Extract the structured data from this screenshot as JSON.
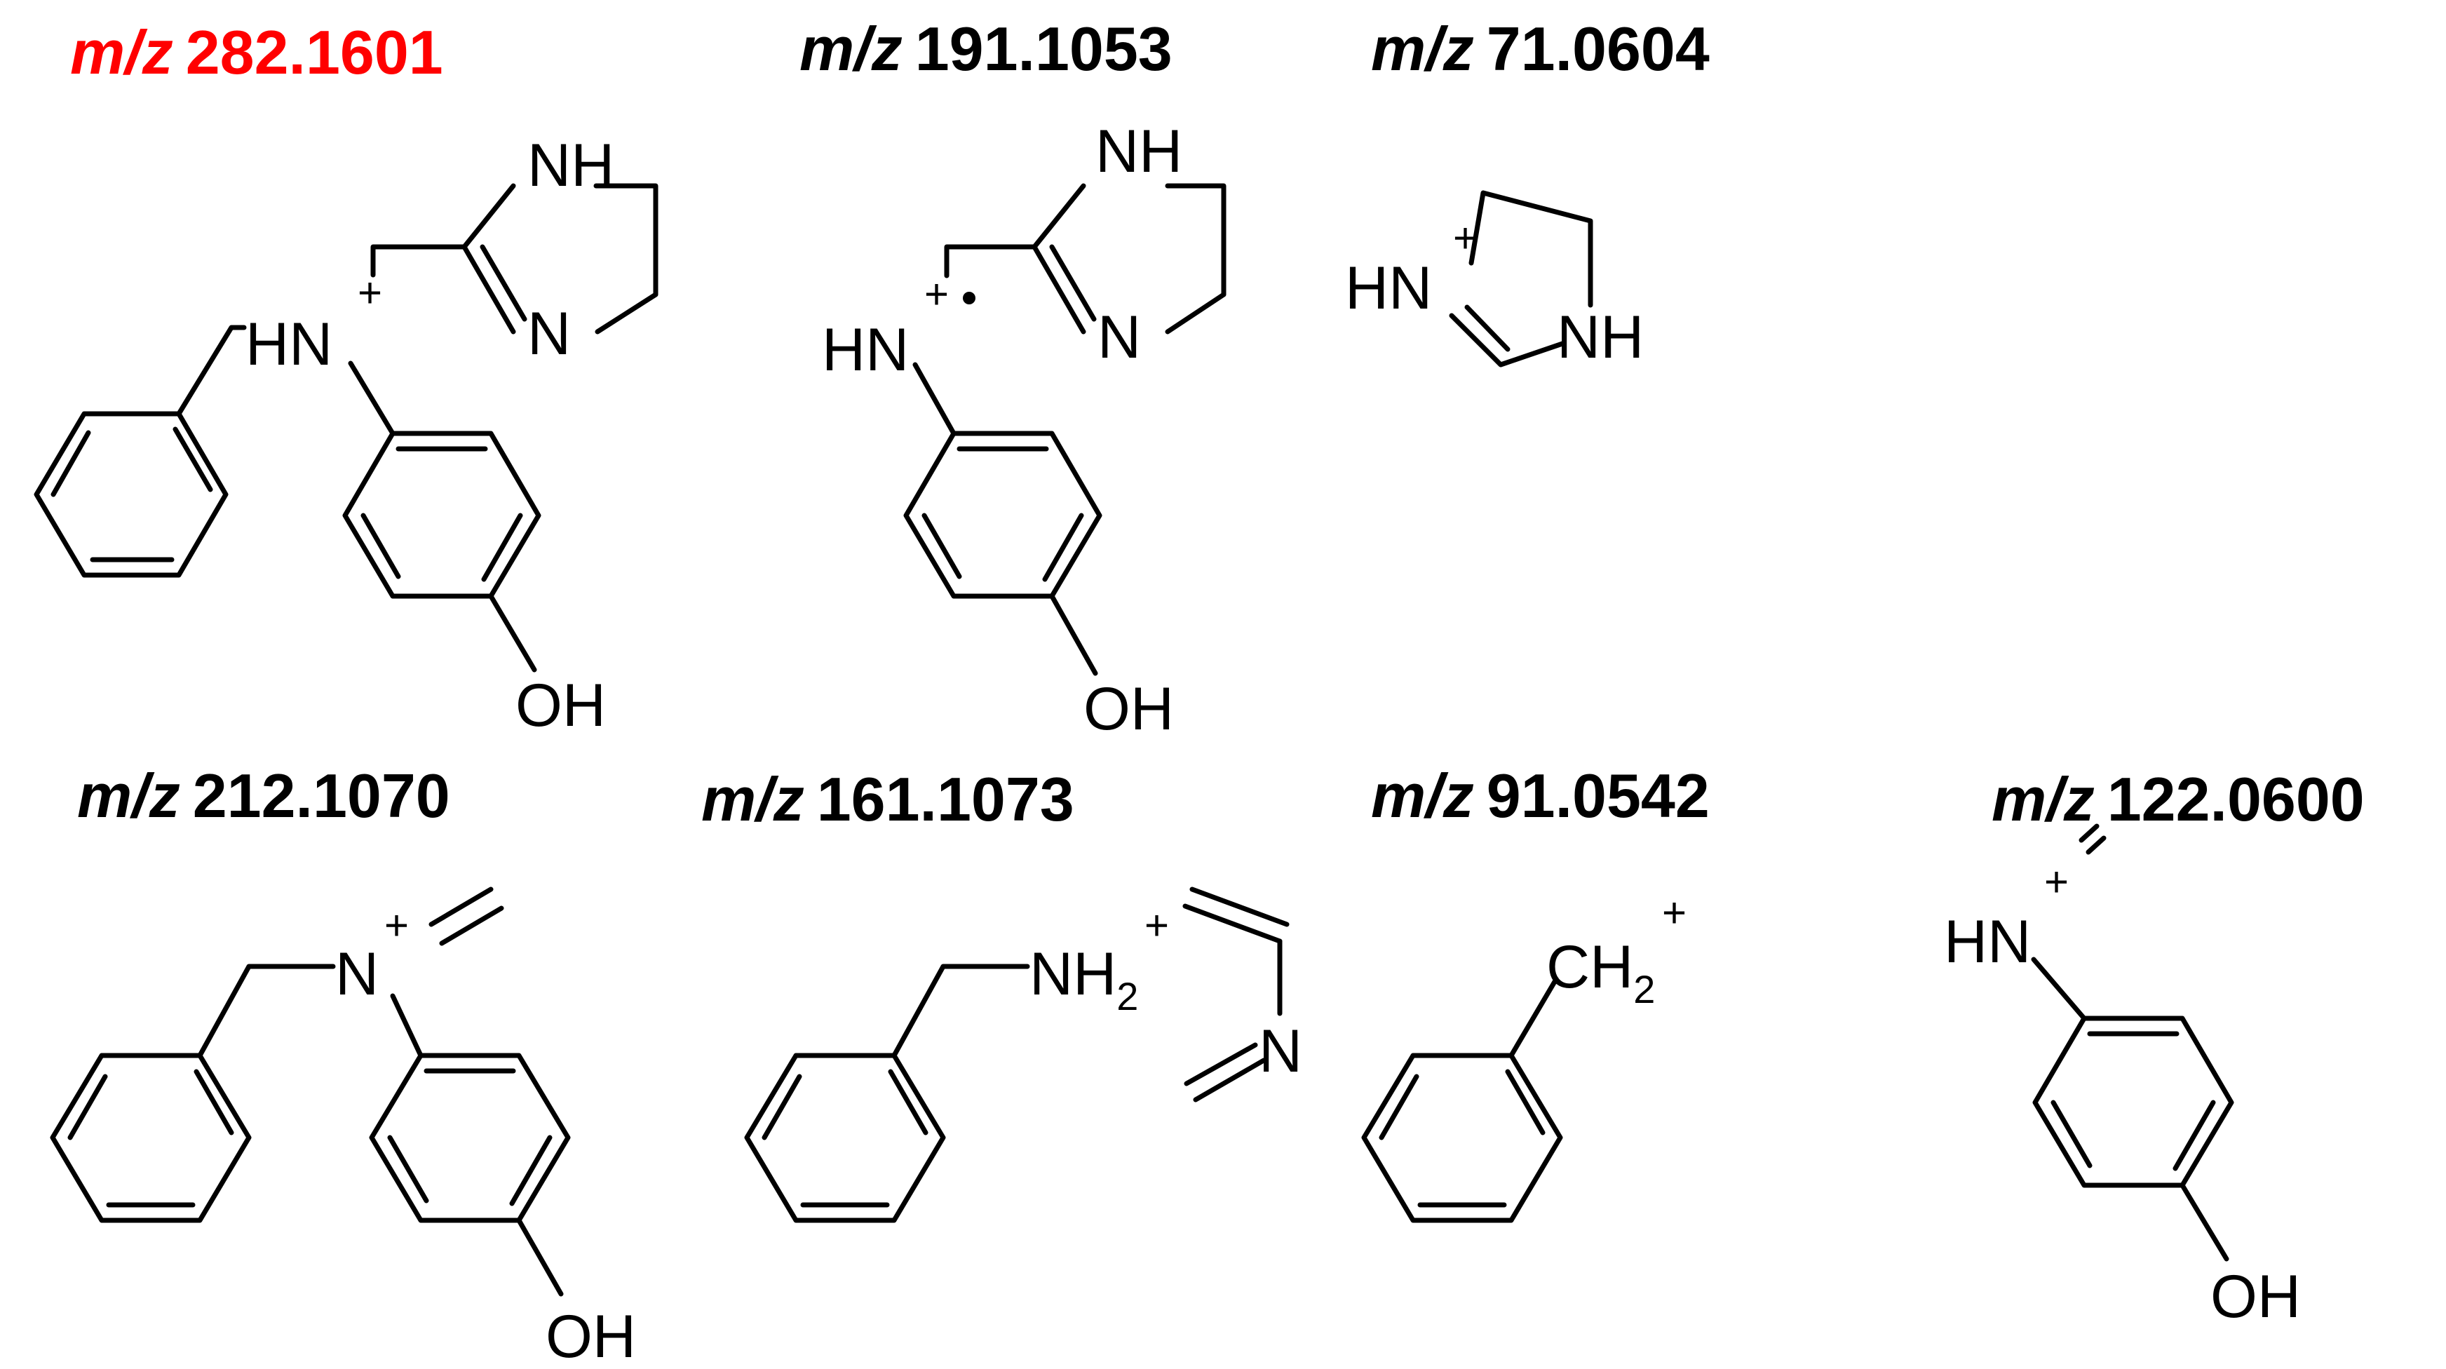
{
  "colors": {
    "highlight": "#ff0000",
    "ink": "#000000",
    "background": "#ffffff"
  },
  "common": {
    "mz": "m/z",
    "plus": "+"
  },
  "fragments": [
    {
      "value": "282.1601",
      "highlighted": true,
      "atoms": {
        "hn": "HN",
        "nh": "NH",
        "n": "N",
        "oh": "OH"
      }
    },
    {
      "value": "191.1053",
      "highlighted": false,
      "atoms": {
        "hn": "HN",
        "nh": "NH",
        "n": "N",
        "oh": "OH"
      }
    },
    {
      "value": "71.0604",
      "highlighted": false,
      "atoms": {
        "hn": "HN",
        "nh": "NH"
      }
    },
    {
      "value": "212.1070",
      "highlighted": false,
      "atoms": {
        "n": "N",
        "oh": "OH"
      }
    },
    {
      "value": "161.1073",
      "highlighted": false,
      "atoms": {
        "nh": "NH",
        "sub": "2",
        "n": "N"
      }
    },
    {
      "value": "91.0542",
      "highlighted": false,
      "atoms": {
        "ch": "CH",
        "sub": "2"
      }
    },
    {
      "value": "122.0600",
      "highlighted": false,
      "atoms": {
        "hn": "HN",
        "oh": "OH"
      }
    }
  ]
}
